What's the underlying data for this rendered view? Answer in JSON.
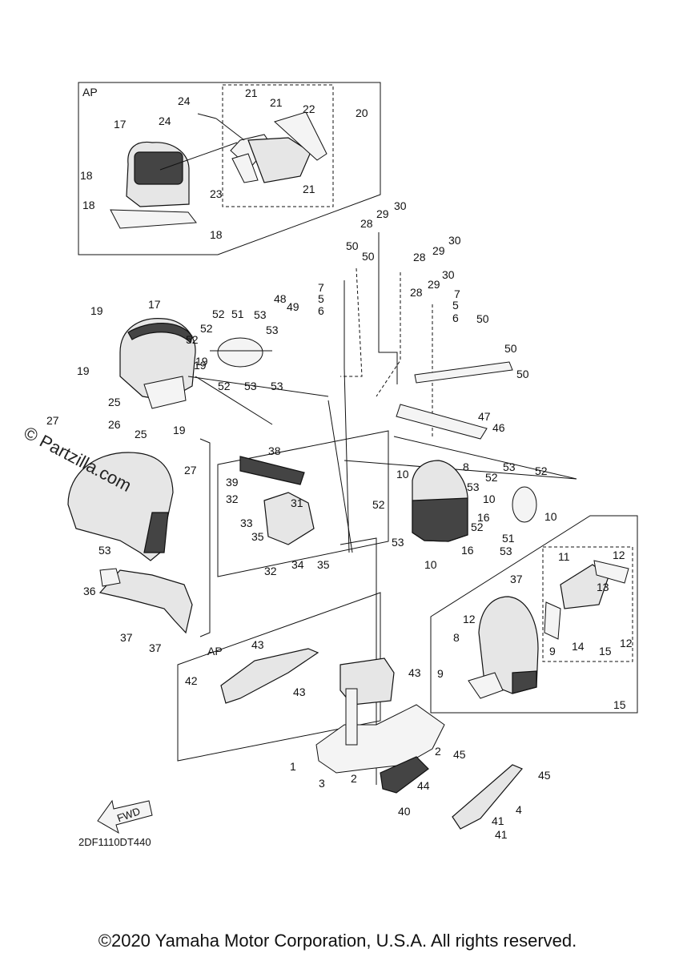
{
  "diagram": {
    "inset_label": "AP",
    "drawing_code": "2DF1110DT440",
    "fwd_label": "FWD",
    "watermark": "© Partzilla.com",
    "copyright": "©2020 Yamaha Motor Corporation, U.S.A. All rights reserved.",
    "callouts": [
      "24",
      "24",
      "21",
      "21",
      "22",
      "20",
      "17",
      "18",
      "18",
      "18",
      "23",
      "21",
      "30",
      "29",
      "28",
      "30",
      "28",
      "29",
      "30",
      "28",
      "29",
      "50",
      "50",
      "7",
      "5",
      "6",
      "7",
      "5",
      "6",
      "50",
      "50",
      "50",
      "17",
      "19",
      "19",
      "19",
      "52",
      "51",
      "53",
      "48",
      "49",
      "52",
      "52",
      "53",
      "19",
      "52",
      "53",
      "53",
      "25",
      "25",
      "19",
      "47",
      "46",
      "27",
      "26",
      "27",
      "38",
      "39",
      "32",
      "31",
      "33",
      "35",
      "32",
      "34",
      "35",
      "10",
      "8",
      "53",
      "52",
      "52",
      "53",
      "10",
      "52",
      "16",
      "52",
      "51",
      "53",
      "16",
      "10",
      "10",
      "53",
      "53",
      "36",
      "37",
      "37",
      "37",
      "11",
      "12",
      "13",
      "12",
      "8",
      "9",
      "9",
      "14",
      "12",
      "15",
      "15",
      "9",
      "AP",
      "43",
      "42",
      "43",
      "43",
      "1",
      "3",
      "2",
      "2",
      "45",
      "44",
      "45",
      "40",
      "4",
      "41",
      "41",
      "41"
    ]
  }
}
